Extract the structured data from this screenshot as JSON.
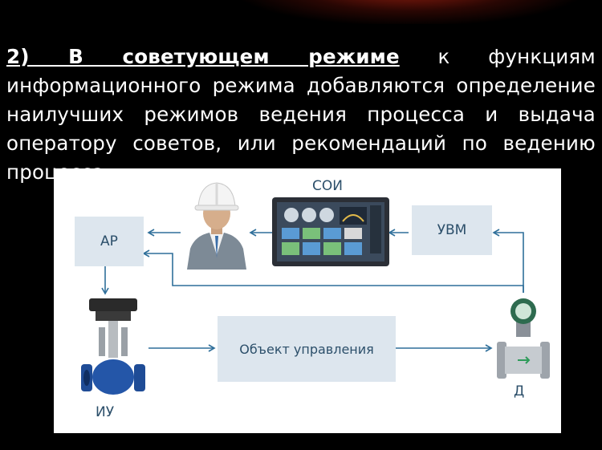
{
  "paragraph": {
    "lead": "2) В советующем режиме",
    "rest": " к функциям информационного режима добавляются определение наилучших режимов ведения процесса и выдача оператору советов, или рекомендаций по ведению процесса."
  },
  "diagram": {
    "ar_label": "АР",
    "uvm_label": "УВМ",
    "soi_label": "СОИ",
    "object_label": "Объект управления",
    "iu_label": "ИУ",
    "d_label": "Д"
  },
  "colors": {
    "arrow": "#2f6f9a",
    "box_fill": "#dde6ee",
    "box_text": "#2c4f6a"
  }
}
